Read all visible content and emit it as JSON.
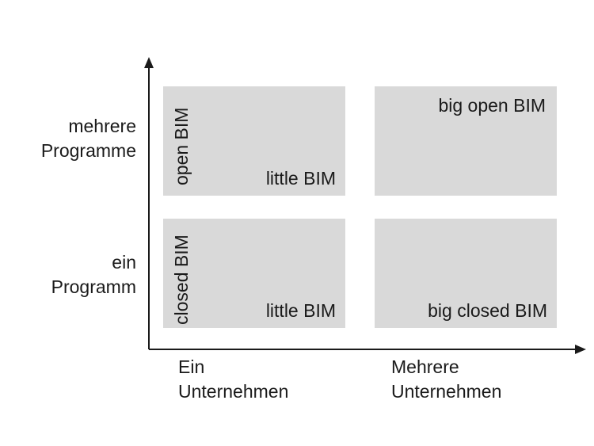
{
  "y_axis": {
    "top_label": [
      "mehrere",
      "Programme"
    ],
    "bottom_label": [
      "ein",
      "Programm"
    ]
  },
  "x_axis": {
    "left_label": [
      "Ein",
      "Unternehmen"
    ],
    "right_label": [
      "Mehrere",
      "Unternehmen"
    ]
  },
  "quadrants": {
    "top_left": {
      "side_label": "open BIM",
      "label": "little BIM"
    },
    "top_right": {
      "label": "big open BIM"
    },
    "bottom_left": {
      "side_label": "closed BIM",
      "label": "little BIM"
    },
    "bottom_right": {
      "label": "big closed BIM"
    }
  },
  "colors": {
    "quadrant_fill": "#d9d9d9",
    "axis": "#1a1a1a",
    "text": "#1a1a1a"
  }
}
